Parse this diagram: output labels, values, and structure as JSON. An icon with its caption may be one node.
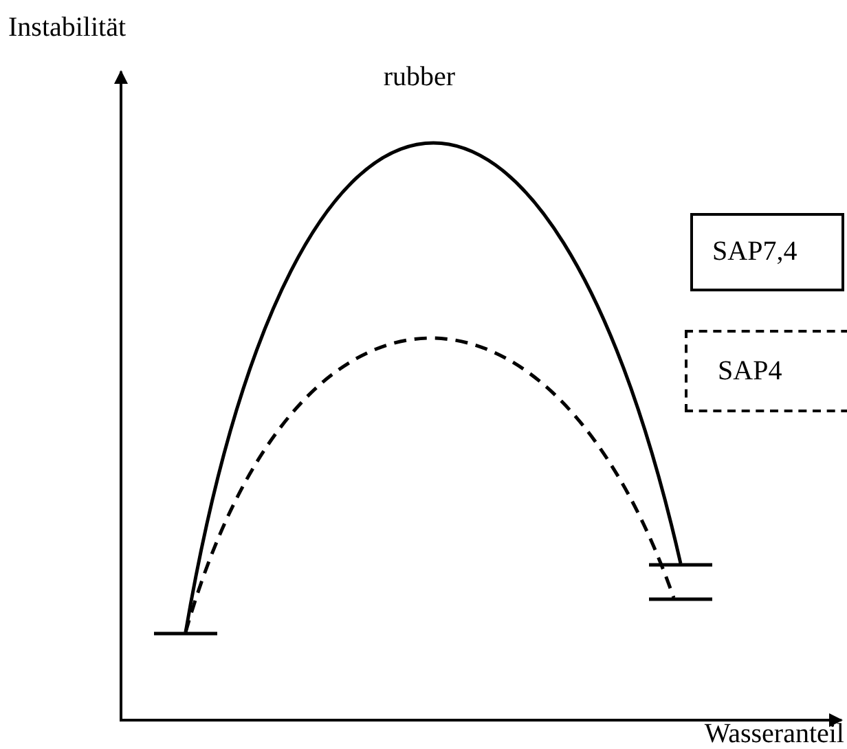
{
  "diagram": {
    "labels": [
      "Instabilität",
      "rubber",
      "Wasseranteil"
    ],
    "legend": [
      {
        "text": "SAP7,4"
      },
      {
        "text": "SAP4"
      }
    ]
  }
}
